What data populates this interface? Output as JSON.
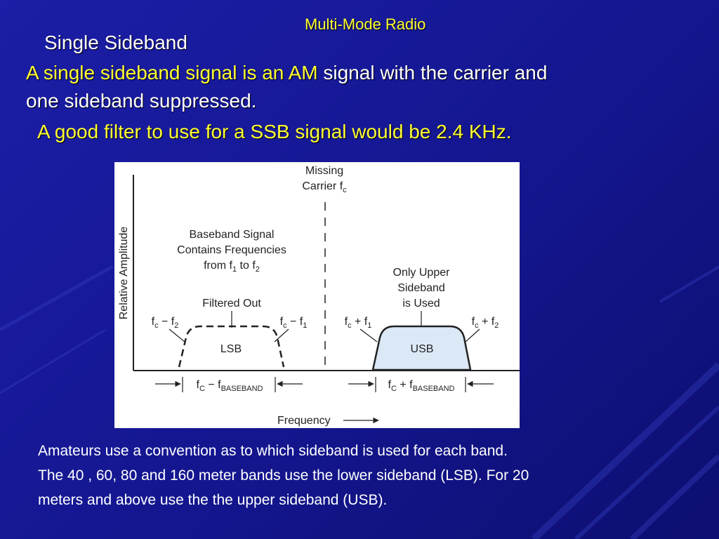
{
  "slide": {
    "title": "Multi-Mode Radio",
    "heading": "Single Sideband",
    "intro_highlight": "A single sideband signal is an AM",
    "intro_rest": " signal with the carrier and",
    "intro_line2": "one sideband suppressed.",
    "filter_note": "A good filter to use for a SSB signal would be 2.4 KHz."
  },
  "diagram": {
    "missing_carrier_line1": "Missing",
    "missing_carrier_line2": "Carrier f",
    "carrier_sub": "c",
    "baseband_line1": "Baseband Signal",
    "baseband_line2": "Contains Frequencies",
    "baseband_from": "from f",
    "baseband_sub1": "1",
    "baseband_to": " to f",
    "baseband_sub2": "2",
    "filtered_out": "Filtered Out",
    "upper_line1": "Only Upper",
    "upper_line2": "Sideband",
    "upper_line3": "is Used",
    "f": "f",
    "c": "c",
    "one": "1",
    "two": "2",
    "minus": " − ",
    "plus": " + ",
    "C": "C",
    "baseband_sub": "BASEBAND",
    "lsb": "LSB",
    "usb": "USB",
    "y_axis_label": "Relative Amplitude",
    "x_axis_label": "Frequency"
  },
  "notes": {
    "line1": "Amateurs use a convention as to which sideband is used for each band.",
    "line2": "The 40 , 60, 80 and 160 meter bands use the lower sideband (LSB). For 20",
    "line3": "meters and above use the the upper sideband (USB)."
  },
  "colors": {
    "background": "#1a1da3",
    "accent_yellow": "#ffff33",
    "usb_fill": "#dbe8f6"
  }
}
